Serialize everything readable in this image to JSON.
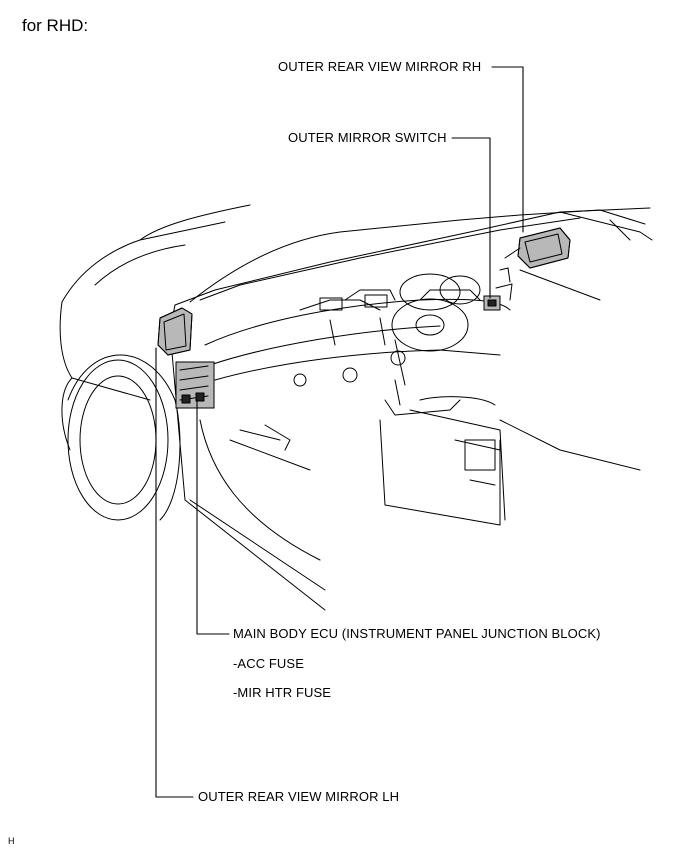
{
  "title": "for RHD:",
  "labels": {
    "mirror_rh": "OUTER REAR VIEW MIRROR RH",
    "mirror_switch": "OUTER MIRROR SWITCH",
    "main_body_ecu": "MAIN BODY ECU (INSTRUMENT PANEL JUNCTION BLOCK)",
    "acc_fuse": "-ACC FUSE",
    "mir_htr_fuse": "-MIR HTR FUSE",
    "mirror_lh": "OUTER REAR VIEW MIRROR LH"
  },
  "corner_code": "H"
}
